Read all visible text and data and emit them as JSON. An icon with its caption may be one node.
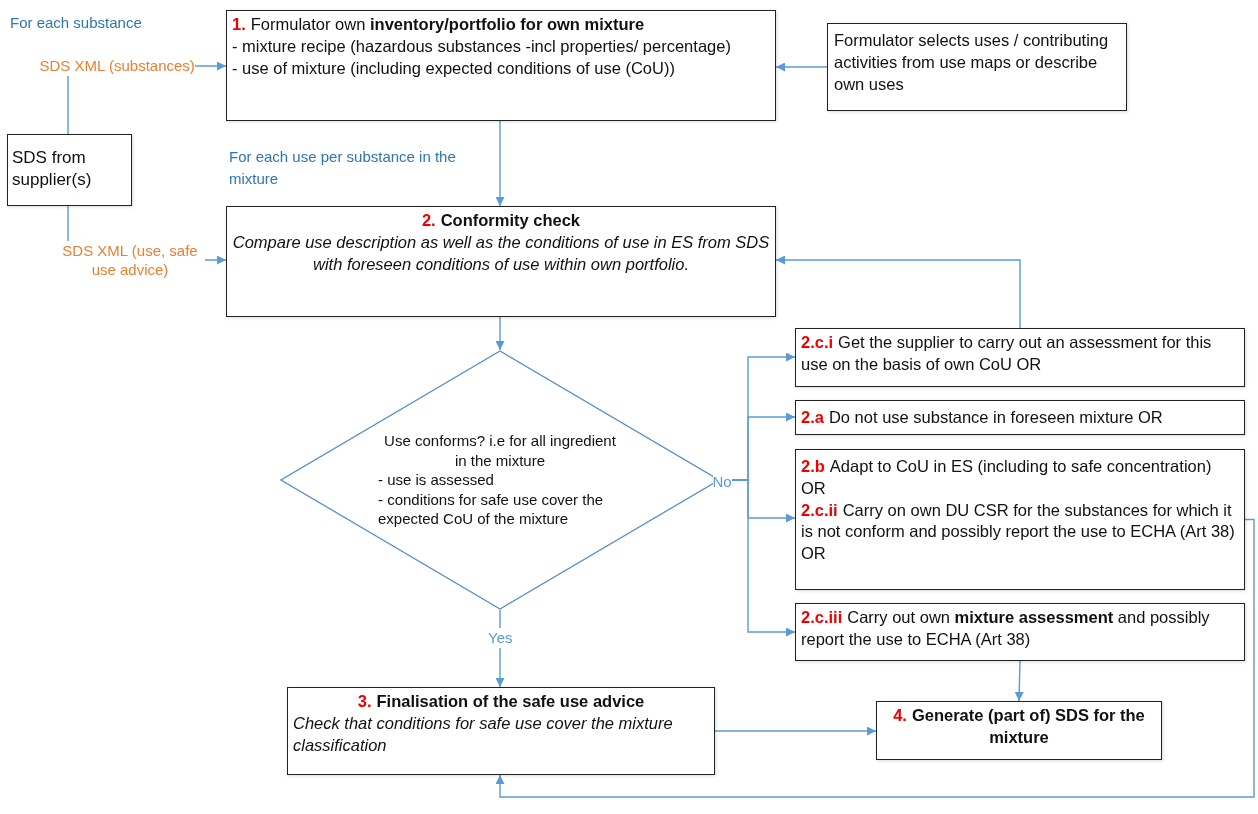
{
  "diagram": {
    "nodes": [
      {
        "text": [
          "1.",
          "Formulator own **inventory/portfolio for own mixture**",
          "- mixture recipe (hazardous substances -incl properties/ percentage)",
          "- use of mixture (including expected conditions of use (CoU))"
        ]
      },
      {
        "text": [
          "Formulator selects uses / contributing activities from use maps or describe own uses"
        ]
      },
      {
        "text": [
          "SDS from supplier(s)"
        ]
      },
      {
        "text": [
          "2.",
          "Conformity check",
          "Compare use description as well as the conditions of use in ES from SDS with foreseen conditions of use within own portfolio."
        ]
      },
      {
        "text": [
          "Use conforms? i.e for all ingredient in the mixture",
          "- use is assessed",
          "- conditions for safe use cover the expected CoU of the mixture"
        ]
      },
      {
        "text": [
          "2.c.i",
          "Get the supplier to carry out an assessment for this use on the basis of own CoU OR"
        ]
      },
      {
        "text": [
          "2.a",
          "Do not use substance in foreseen mixture OR"
        ]
      },
      {
        "text": [
          "2.b",
          "Adapt to CoU in ES (including to safe concentration) OR",
          "2.c.ii",
          "Carry on own DU CSR for the substances for which it is not conform and possibly report the use to ECHA (Art 38) OR"
        ]
      },
      {
        "text": [
          "2.c.iii",
          "Carry out own **mixture assessment** and possibly report the use to ECHA (Art 38)"
        ]
      },
      {
        "text": [
          "3.",
          "Finalisation of the safe use advice",
          "Check that conditions for safe use cover the mixture classification"
        ]
      },
      {
        "text": [
          "4.",
          "Generate (part of) SDS for the mixture"
        ]
      }
    ],
    "edges": [
      {
        "from": 2,
        "to": 0,
        "arrow": "to",
        "label": "SDS XML (substances)"
      },
      {
        "from": 2,
        "to": 3,
        "arrow": "to",
        "label": "SDS XML (use, safe use advice)"
      },
      {
        "from": 1,
        "to": 0,
        "arrow": "to"
      },
      {
        "from": 0,
        "to": 3,
        "arrow": "to"
      },
      {
        "from": 3,
        "to": 4,
        "arrow": "to"
      },
      {
        "from": 4,
        "to": 5,
        "arrow": "to",
        "label": "No"
      },
      {
        "from": 4,
        "to": 6,
        "arrow": "to"
      },
      {
        "from": 4,
        "to": 7,
        "arrow": "to"
      },
      {
        "from": 4,
        "to": 8,
        "arrow": "to"
      },
      {
        "from": 4,
        "to": 9,
        "arrow": "to",
        "label": "Yes"
      },
      {
        "from": 5,
        "to": 3,
        "arrow": "to"
      },
      {
        "from": 8,
        "to": 10,
        "arrow": "to"
      },
      {
        "from": 9,
        "to": 10,
        "arrow": "to"
      },
      {
        "from": 7,
        "to": 9,
        "arrow": "to"
      }
    ],
    "labels": [
      "For each substance",
      "For each use per substance in the mixture"
    ]
  }
}
